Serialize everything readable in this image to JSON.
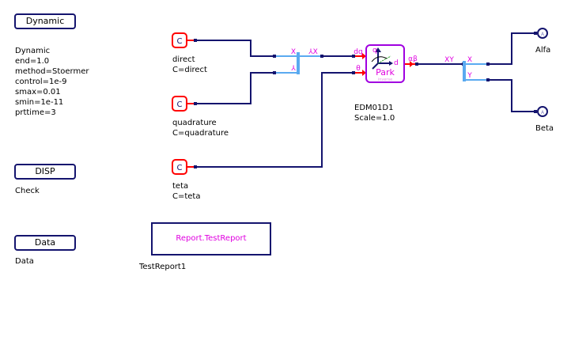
{
  "commands": [
    {
      "label": "Dynamic",
      "description": [
        "Dynamic",
        "end=1.0",
        "method=Stoermer",
        "control=1e-9",
        "smax=0.01",
        "smin=1e-11",
        "prttime=3"
      ]
    },
    {
      "label": "DISP",
      "description": [
        "Check"
      ]
    },
    {
      "label": "Data",
      "description": [
        "Data"
      ]
    }
  ],
  "constants": [
    {
      "glyph": "C",
      "name": "direct",
      "param": "C=direct"
    },
    {
      "glyph": "C",
      "name": "quadrature",
      "param": "C=quadrature"
    },
    {
      "glyph": "C",
      "name": "teta",
      "param": "C=teta"
    }
  ],
  "mux": {
    "in1": "X",
    "in2": "⅄",
    "out": "⅄X"
  },
  "park": {
    "in1": "dq",
    "in2": "θ",
    "out": "αβ",
    "axis_q": "q",
    "axis_d": "d",
    "title": "Park",
    "subtitle": "inverse",
    "name": "EDM01D1",
    "param": "Scale=1.0"
  },
  "demux": {
    "in": "XY",
    "out1": "X",
    "out2": "Y"
  },
  "outputs": [
    {
      "glyph": "A",
      "name": "Alfa"
    },
    {
      "glyph": "A",
      "name": "Beta"
    }
  ],
  "report": {
    "label": "Report.TestReport",
    "name": "TestReport1"
  },
  "colors": {
    "wire": "#14146e",
    "bus": "#5aaaf0",
    "port": "#ff0000",
    "label": "#e000e0",
    "park_border": "#a000e0"
  }
}
